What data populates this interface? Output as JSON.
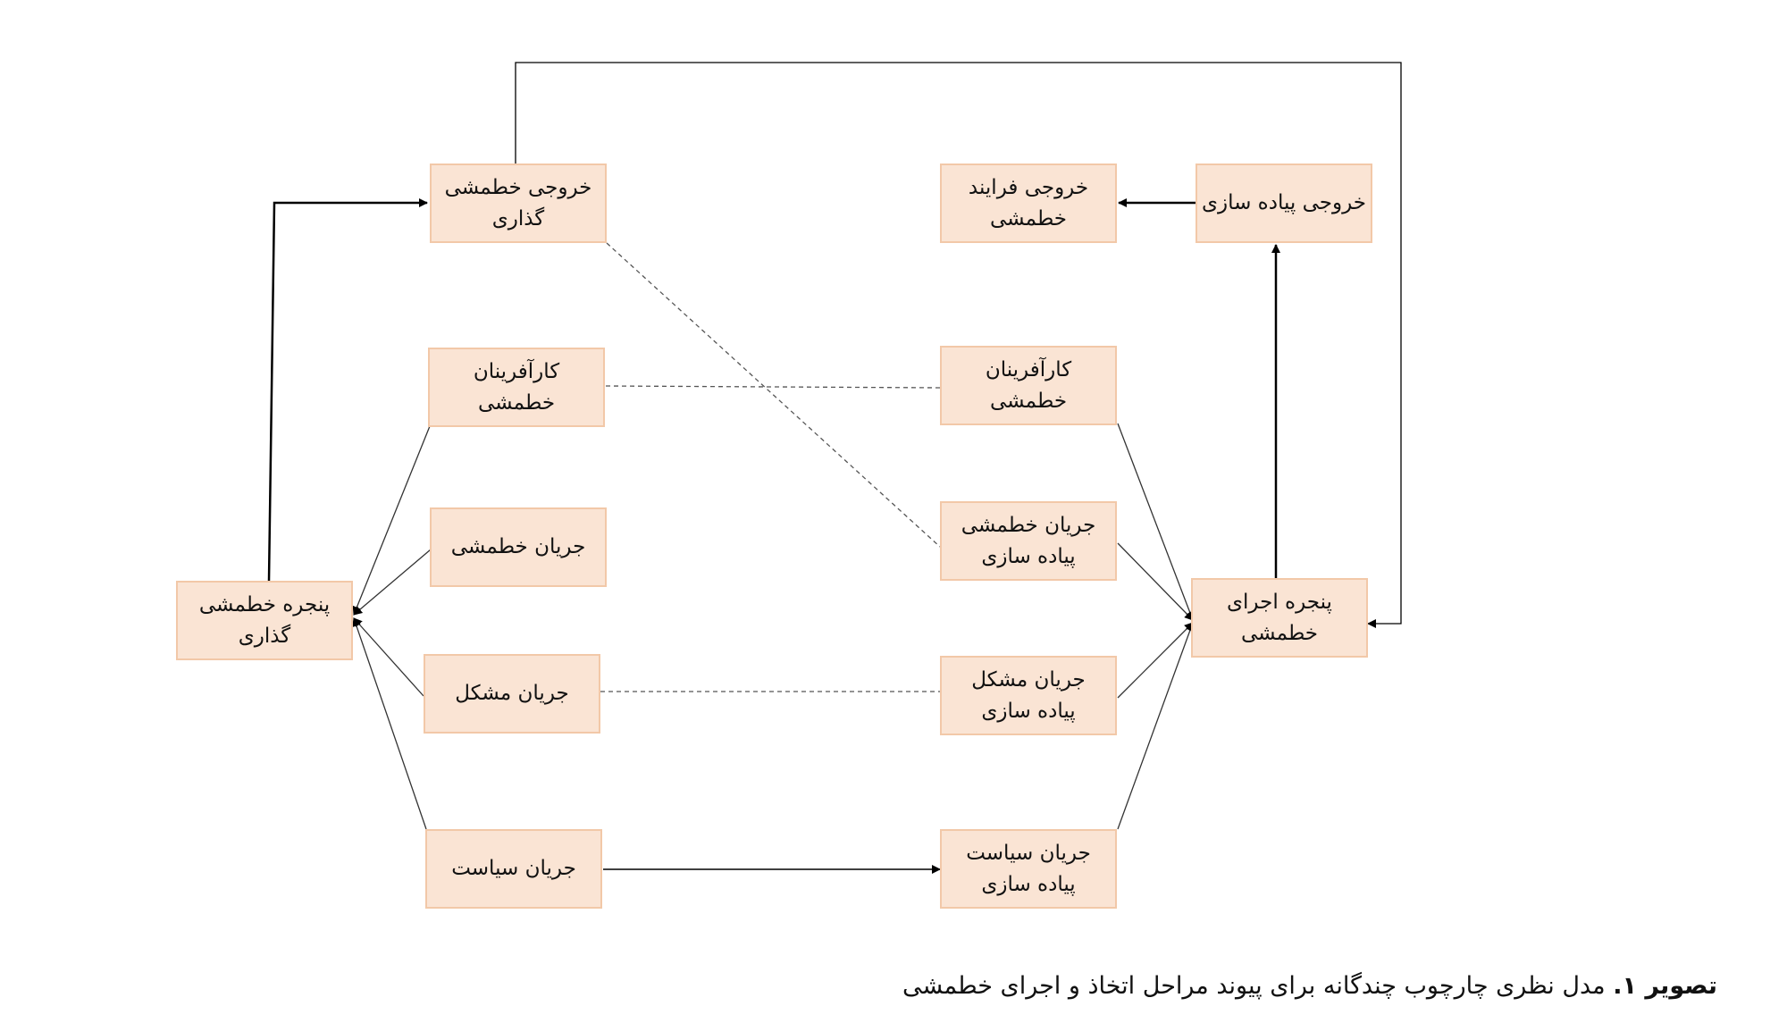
{
  "diagram": {
    "colors": {
      "node_fill": "#fae4d4",
      "node_border": "#f2c8a8",
      "edge": "#000000",
      "link": "#555555"
    },
    "nodes": {
      "policy_window": "پنجره خطمشی\nگذاری",
      "policy_output": "خروجی خطمشی\nگذاری",
      "entrepreneurs_left": "کارآفرینان\nخطمشی",
      "policy_stream": "جریان خطمشی",
      "problem_stream": "جریان مشکل",
      "politics_stream": "جریان سیاست",
      "process_output": "خروجی فرایند\nخطمشی",
      "implementation_output": "خروجی پیاده سازی",
      "entrepreneurs_right": "کارآفرینان\nخطمشی",
      "policy_stream_impl": "جریان خطمشی\nپیاده سازی",
      "problem_stream_impl": "جریان مشکل\nپیاده سازی",
      "politics_stream_impl": "جریان سیاست\nپیاده سازی",
      "execution_window": "پنجره اجرای\nخطمشی"
    }
  },
  "caption": {
    "label": "تصویر ۱.",
    "text": " مدل نظری چارچوب چندگانه برای پیوند مراحل اتخاذ و اجرای خطمشی"
  }
}
